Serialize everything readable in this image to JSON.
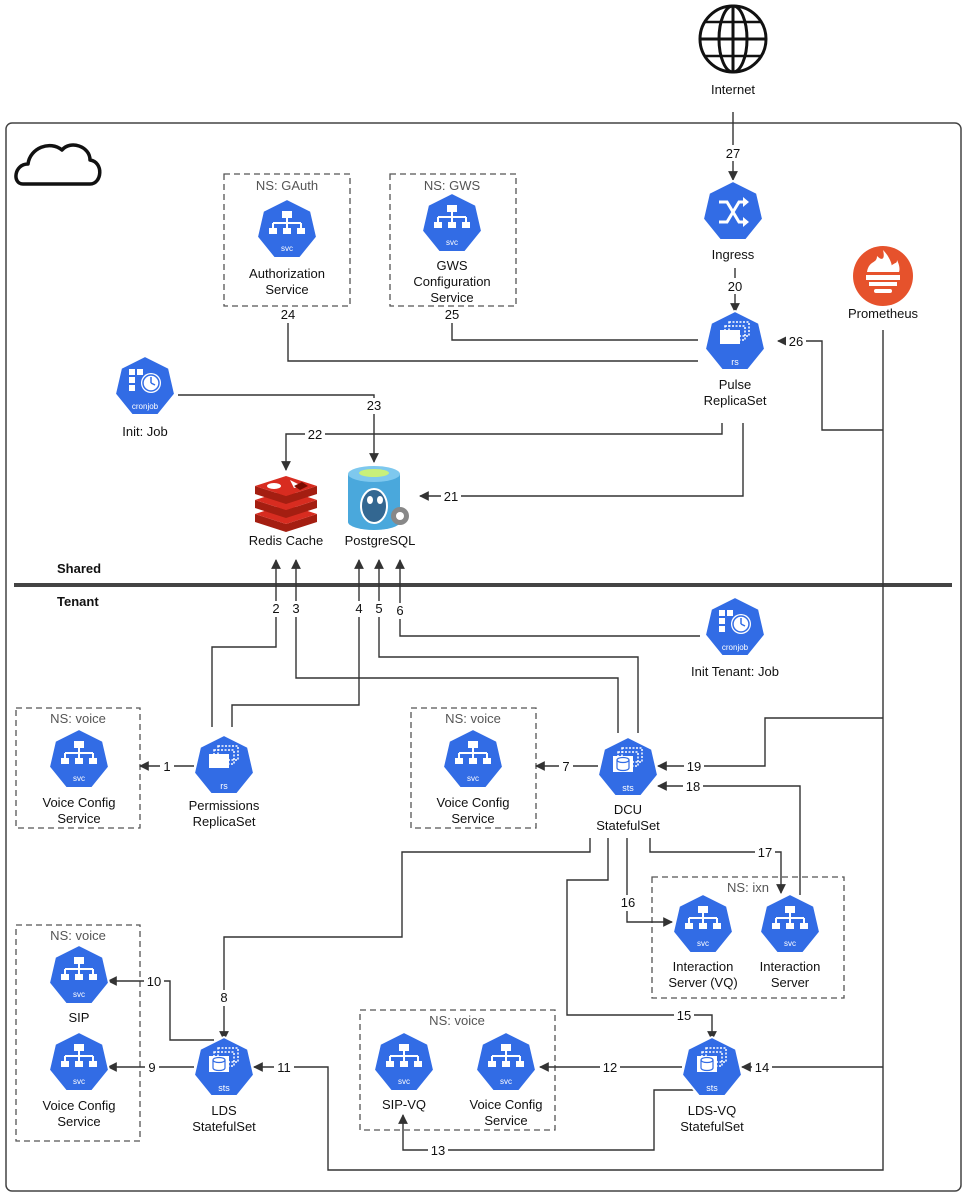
{
  "nodes": {
    "internet": "Internet",
    "ingress": "Ingress",
    "prometheus": "Prometheus",
    "auth_service": "Authorization Service",
    "gws_config_service": "GWS Configuration Service",
    "pulse_replicaset": "Pulse ReplicaSet",
    "init_job": "Init: Job",
    "redis_cache": "Redis Cache",
    "postgresql": "PostgreSQL",
    "init_tenant_job": "Init Tenant: Job",
    "permissions_replicaset": "Permissions ReplicaSet",
    "voice_config_service_1": "Voice Config Service",
    "voice_config_service_2": "Voice Config Service",
    "dcu_statefulset": "DCU StatefulSet",
    "interaction_server_vq": "Interaction Server (VQ)",
    "interaction_server": "Interaction Server",
    "sip": "SIP",
    "voice_config_service_3": "Voice Config Service",
    "lds_statefulset": "LDS StatefulSet",
    "sip_vq": "SIP-VQ",
    "voice_config_service_4": "Voice Config Service",
    "lds_vq_statefulset": "LDS-VQ StatefulSet"
  },
  "namespaces": {
    "gauth": "NS: GAuth",
    "gws": "NS: GWS",
    "voice_1": "NS: voice",
    "voice_2": "NS: voice",
    "voice_3": "NS: voice",
    "voice_4": "NS: voice",
    "ixn": "NS: ixn"
  },
  "sections": {
    "shared": "Shared",
    "tenant": "Tenant"
  },
  "icon_badges": {
    "svc": "svc",
    "rs": "rs",
    "sts": "sts",
    "cronjob": "cronjob"
  },
  "edges": [
    "1",
    "2",
    "3",
    "4",
    "5",
    "6",
    "7",
    "8",
    "9",
    "10",
    "11",
    "12",
    "13",
    "14",
    "15",
    "16",
    "17",
    "18",
    "19",
    "20",
    "21",
    "22",
    "23",
    "24",
    "25",
    "26",
    "27"
  ],
  "colors": {
    "k8s_blue": "#326ce5",
    "redis_red": "#c6302b",
    "prometheus_orange": "#e6522c",
    "postgres_blue": "#336791",
    "line": "#333333",
    "divider": "#444444"
  }
}
